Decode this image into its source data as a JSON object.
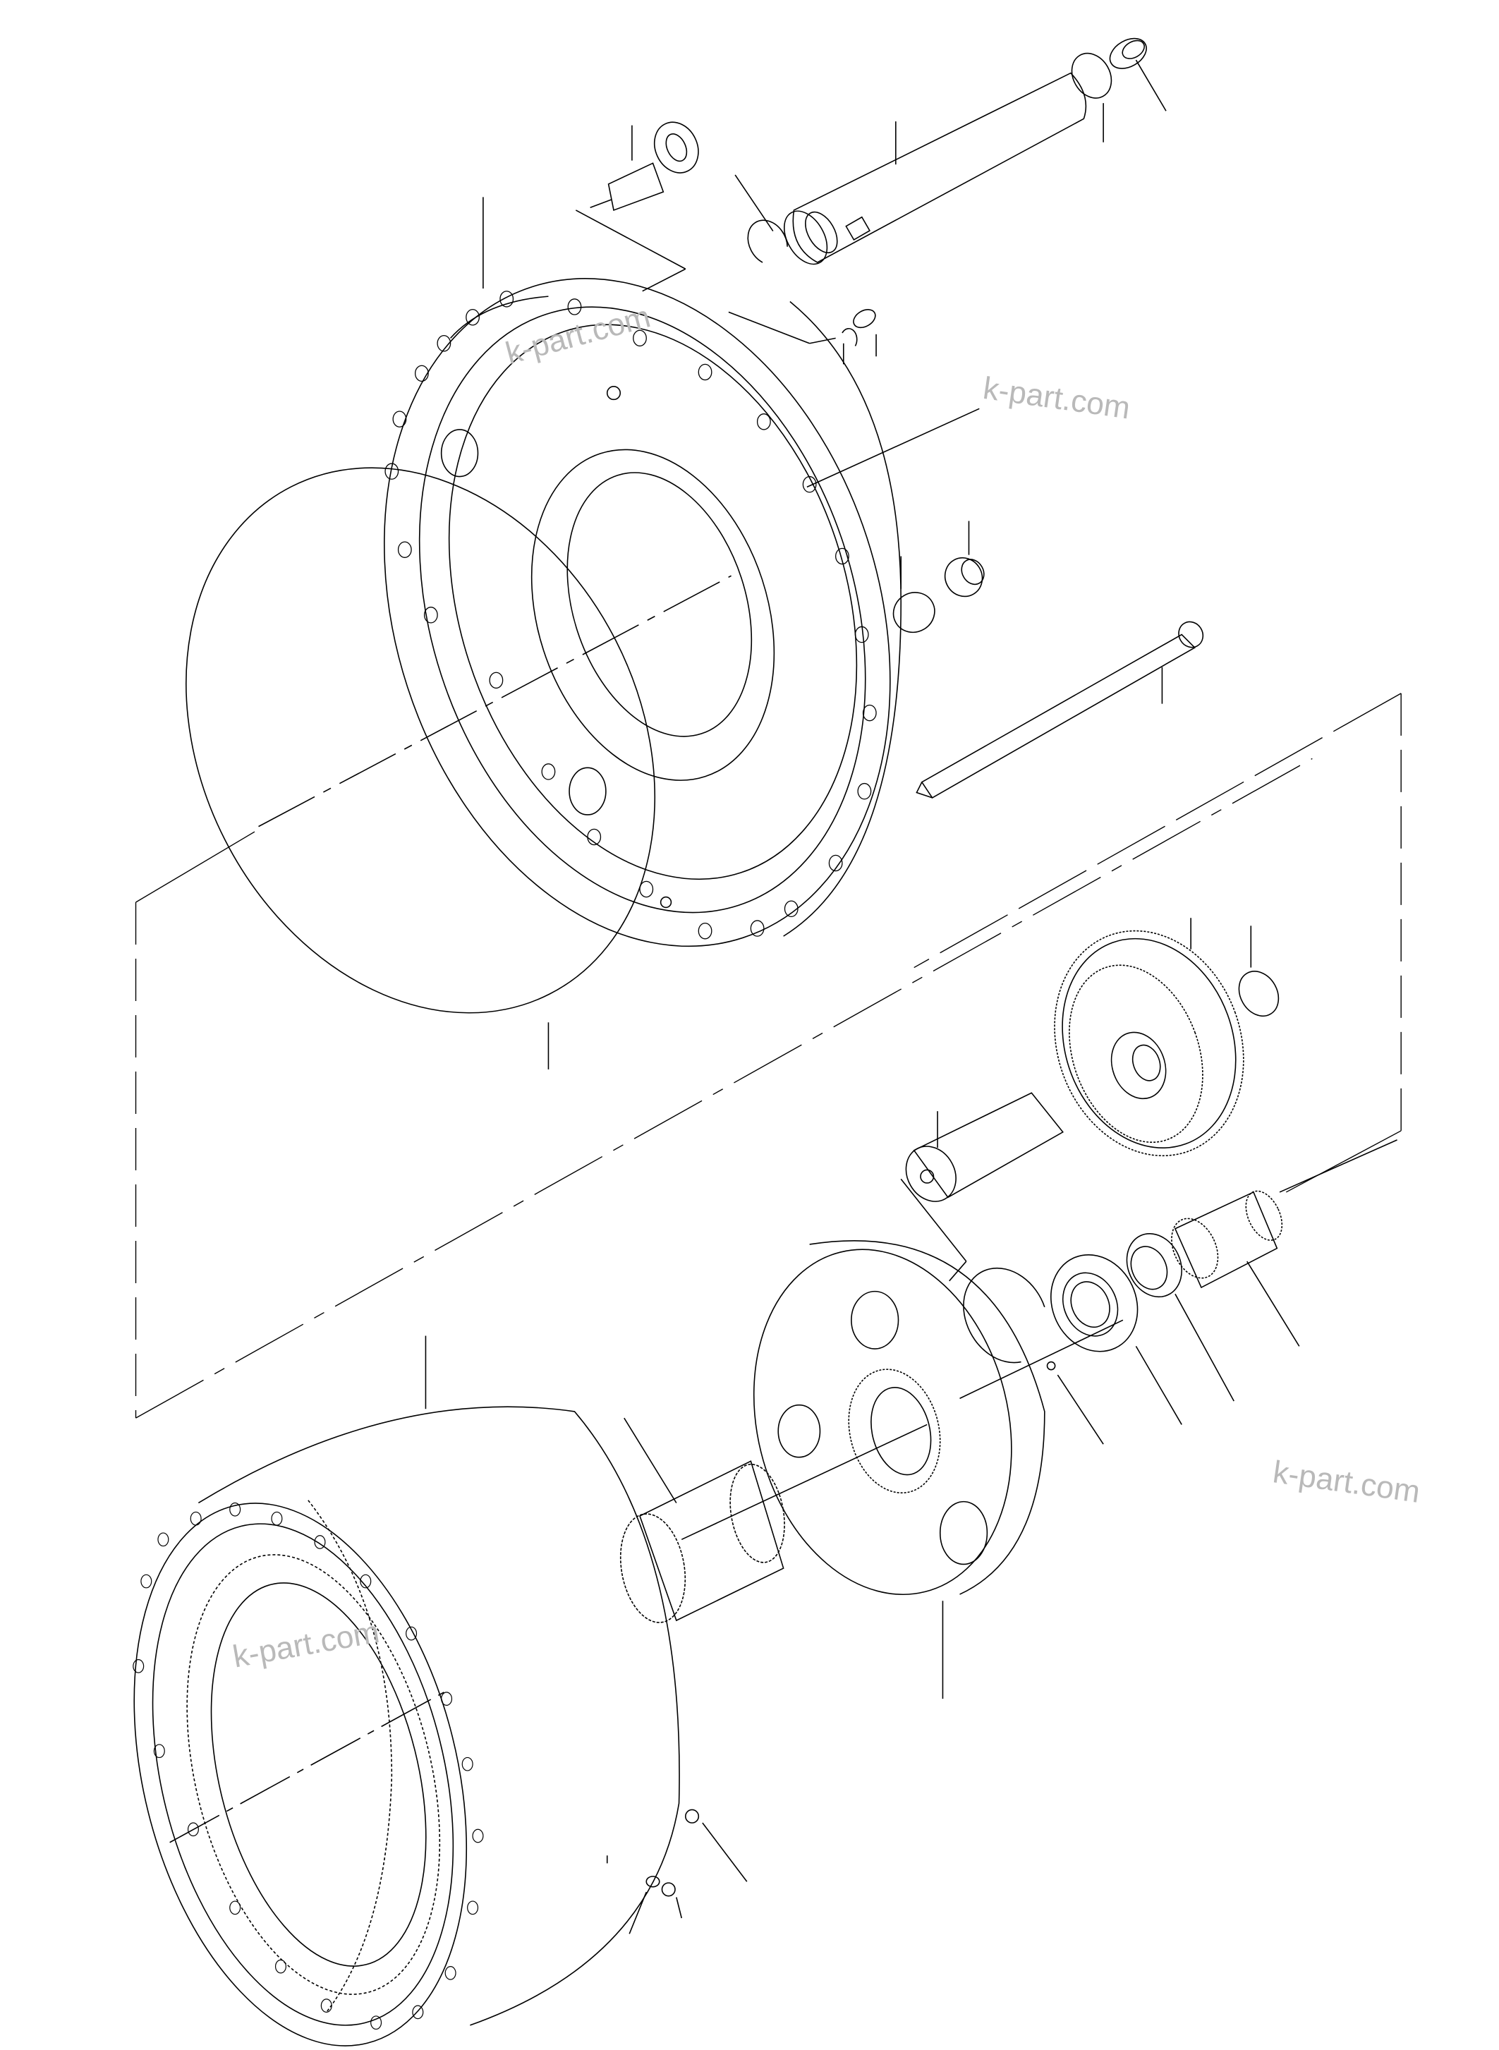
{
  "watermarks": [
    {
      "id": "wm-1",
      "text": "k-part.com"
    },
    {
      "id": "wm-2",
      "text": "k-part.com"
    },
    {
      "id": "wm-3",
      "text": "k-part.com"
    },
    {
      "id": "wm-4",
      "text": "k-part.com"
    }
  ],
  "colors": {
    "ink": "#000000",
    "watermark": "#b9b9b9",
    "background": "#ffffff"
  }
}
